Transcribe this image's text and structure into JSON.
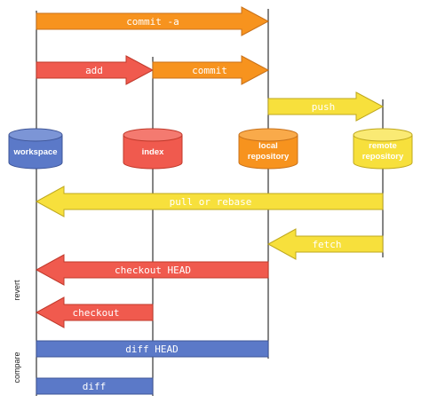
{
  "colors": {
    "orange": "#F7931E",
    "orange_stroke": "#C8711A",
    "red": "#F05A4E",
    "red_stroke": "#C0392B",
    "yellow": "#F7E03C",
    "yellow_stroke": "#BFA81E",
    "blue": "#5B79C8",
    "blue_stroke": "#3E5597",
    "line": "#333333"
  },
  "repositories": {
    "workspace": "workspace",
    "index": "index",
    "local_line1": "local",
    "local_line2": "repository",
    "remote_line1": "remote",
    "remote_line2": "repository"
  },
  "commands": {
    "commit_a": "commit -a",
    "add": "add",
    "commit": "commit",
    "push": "push",
    "pull_or_rebase": "pull or rebase",
    "fetch": "fetch",
    "checkout_head": "checkout HEAD",
    "checkout": "checkout",
    "diff_head": "diff HEAD",
    "diff": "diff"
  },
  "sections": {
    "revert": "revert",
    "compare": "compare"
  }
}
